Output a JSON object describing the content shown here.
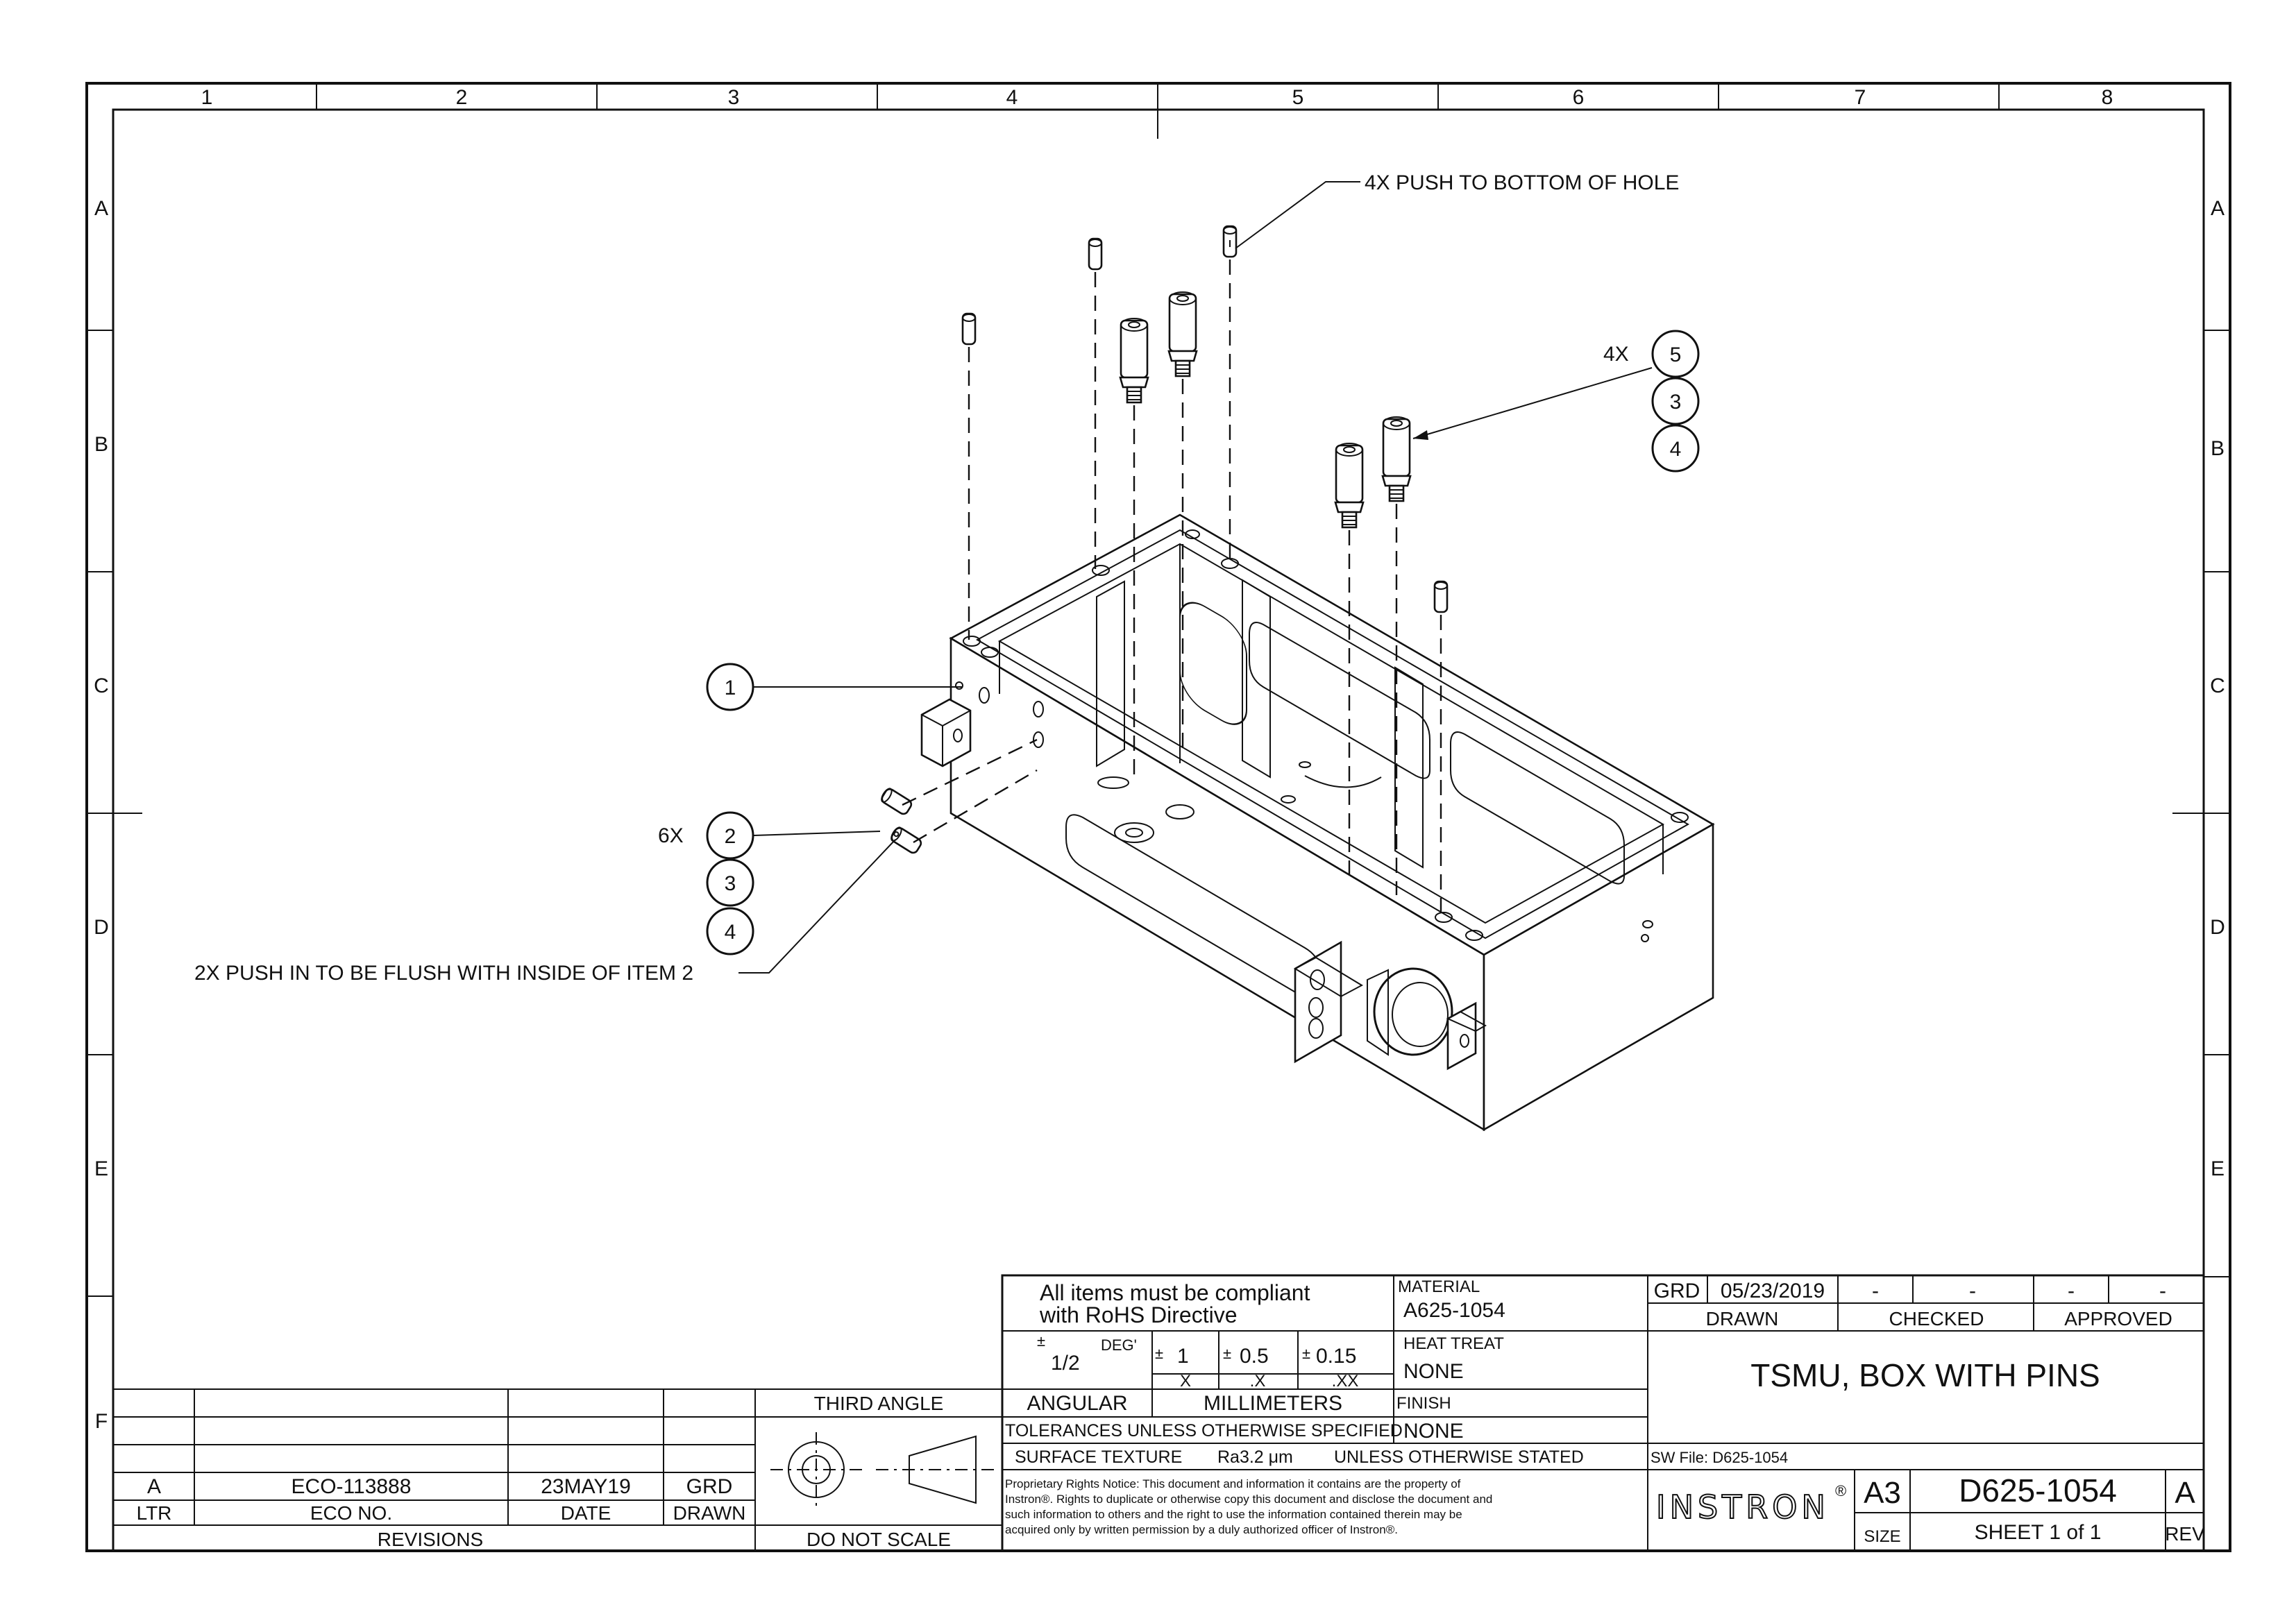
{
  "zones": {
    "columns": [
      "1",
      "2",
      "3",
      "4",
      "5",
      "6",
      "7",
      "8"
    ],
    "rows": [
      "A",
      "B",
      "C",
      "D",
      "E",
      "F"
    ]
  },
  "callouts": {
    "push_bottom": "4X PUSH TO BOTTOM OF HOLE",
    "push_flush": "2X PUSH IN TO BE FLUSH WITH INSIDE OF ITEM 2",
    "qty_4x": "4X",
    "qty_6x": "6X",
    "balloon_1": "1",
    "balloon_2": "2",
    "balloon_3a": "3",
    "balloon_4a": "4",
    "balloon_5": "5",
    "balloon_3b": "3",
    "balloon_4b": "4"
  },
  "title_block": {
    "rohs_line1": "All items must be compliant",
    "rohs_line2": "with RoHS Directive",
    "material_label": "MATERIAL",
    "material_value": "A625-1054",
    "heat_treat_label": "HEAT TREAT",
    "heat_treat_value": "NONE",
    "finish_label": "FINISH",
    "finish_value": "NONE",
    "tol_angular": "1/2",
    "tol_deg": "DEG'",
    "tol_x": "1",
    "tol_xx": "0.5",
    "tol_xxx": "0.15",
    "col_x": "X",
    "col_dx": ".X",
    "col_dxx": ".XX",
    "angular_label": "ANGULAR",
    "units_label": "MILLIMETERS",
    "tolerances_note": "TOLERANCES UNLESS OTHERWISE SPECIFIED",
    "surface_label": "SURFACE TEXTURE",
    "surface_value": "Ra3.2 μm",
    "unless_stated": "UNLESS OTHERWISE STATED",
    "proprietary_1": "Proprietary Rights Notice: This document and information it contains are the property of",
    "proprietary_2": "Instron®. Rights to duplicate or otherwise copy this document and disclose the document and",
    "proprietary_3": "such information to others and the right to use the information contained therein may be",
    "proprietary_4": "acquired only by written permission by a duly authorized officer of Instron®.",
    "drawn_by": "GRD",
    "drawn_date": "05/23/2019",
    "checked_by": "-",
    "checked_date": "-",
    "approved_by": "-",
    "approved_date": "-",
    "drawn_label": "DRAWN",
    "checked_label": "CHECKED",
    "approved_label": "APPROVED",
    "title": "TSMU, BOX WITH PINS",
    "sw_file": "SW File: D625-1054",
    "company_logo": "INSTRON",
    "size_value": "A3",
    "size_label": "SIZE",
    "drawing_number": "D625-1054",
    "sheet": "SHEET 1 of 1",
    "revision": "A",
    "rev_label": "REV",
    "third_angle": "THIRD ANGLE",
    "do_not_scale": "DO NOT SCALE"
  },
  "revisions": {
    "rows": [
      {
        "ltr": "A",
        "eco": "ECO-113888",
        "date": "23MAY19",
        "drawn": "GRD"
      }
    ],
    "headers": {
      "ltr": "LTR",
      "eco": "ECO NO.",
      "date": "DATE",
      "drawn": "DRAWN"
    },
    "title": "REVISIONS"
  }
}
